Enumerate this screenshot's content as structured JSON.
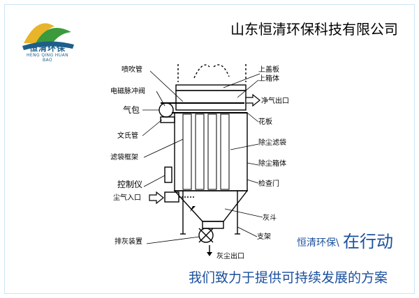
{
  "header": {
    "logo_name": "恒清环保",
    "logo_pinyin": "HENG QING HUAN BAO",
    "company_name": "山东恒清环保科技有限公司"
  },
  "diagram": {
    "left_labels": {
      "blow_pipe": "喷吹管",
      "solenoid_valve": "电磁脉冲阀",
      "air_bag": "气包",
      "venturi": "文氏管",
      "bag_frame": "滤袋框架",
      "controller": "控制仪",
      "dust_inlet": "尘气入口",
      "ash_device": "排灰装置",
      "dust_outlet": "灰尘出口"
    },
    "right_labels": {
      "top_cover": "上盖板",
      "upper_box": "上箱体",
      "clean_outlet": "净气出口",
      "flower_plate": "花板",
      "filter_bag": "除尘滤袋",
      "dust_box": "除尘箱体",
      "inspection_door": "检查门",
      "ash_hopper": "灰斗",
      "support": "支架"
    }
  },
  "tagline": {
    "part_a": "恒清环保\\",
    "part_b": "在行动",
    "slogan": "我们致力于提供可持续发展的方案"
  },
  "colors": {
    "brand_blue": "#1a4f9c",
    "logo_green": "#3a9a3c",
    "logo_yellow": "#e8b42a",
    "logo_blue": "#1d5f8a"
  }
}
